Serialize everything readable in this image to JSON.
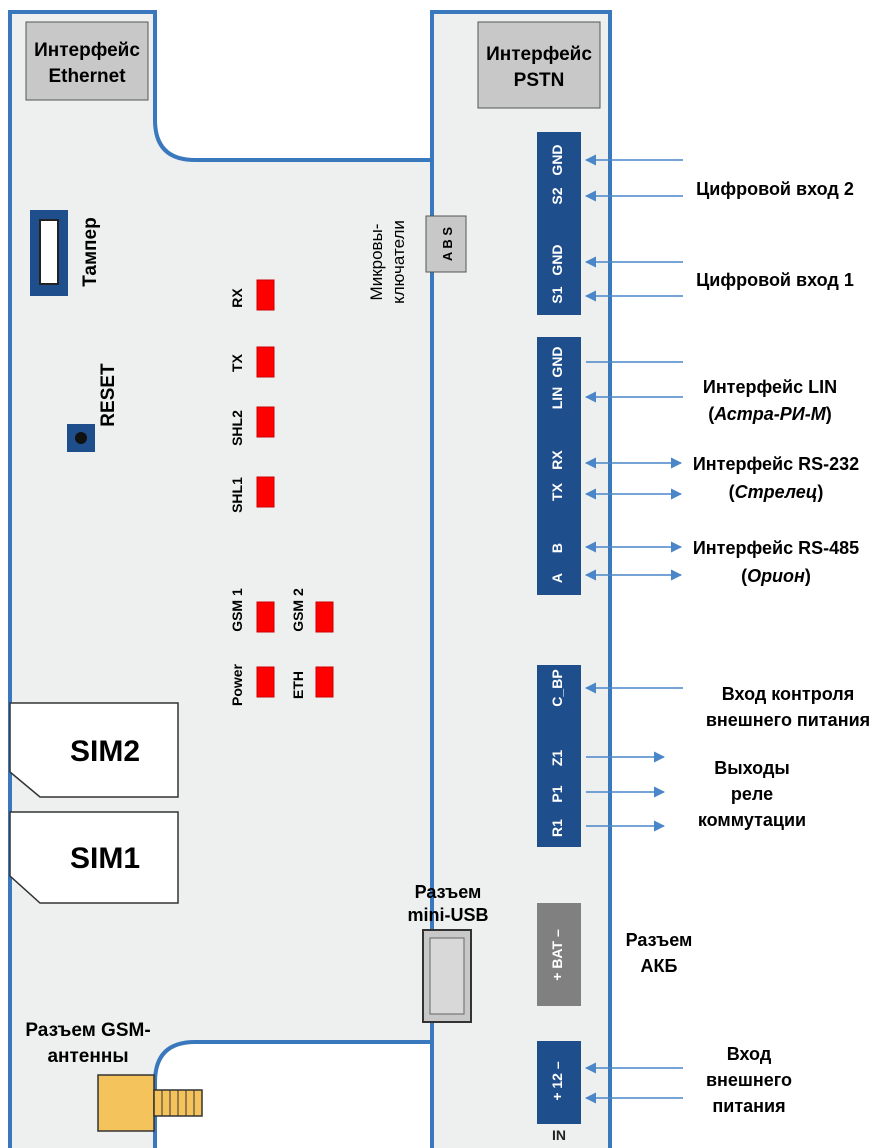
{
  "ethernet": {
    "line1": "Интерфейс",
    "line2": "Ethernet"
  },
  "pstn": {
    "line1": "Интерфейс",
    "line2": "PSTN"
  },
  "tamper_label": "Тампер",
  "reset_label": "RESET",
  "micro": {
    "line1": "Микровы-",
    "line2": "ключатели",
    "switch_text": "A B S"
  },
  "leds": {
    "rx": "RX",
    "tx": "TX",
    "shl2": "SHL2",
    "shl1": "SHL1",
    "gsm1": "GSM 1",
    "gsm2": "GSM 2",
    "power": "Power",
    "eth": "ETH"
  },
  "sim2": "SIM2",
  "sim1": "SIM1",
  "usb": {
    "line1": "Разъем",
    "line2": "mini-USB"
  },
  "gsm_antenna": {
    "line1": "Разъем GSM-",
    "line2": "антенны"
  },
  "terminals": {
    "gnd2": "GND",
    "s2": "S2",
    "gnd1": "GND",
    "s1": "S1",
    "lin_gnd": "GND",
    "lin": "LIN",
    "rx": "RX",
    "tx": "TX",
    "b": "B",
    "a": "A",
    "c_bp": "C_BP",
    "z1": "Z1",
    "p1": "P1",
    "r1": "R1",
    "bat": "+ BAT –",
    "pwr": "+ 12 –",
    "in": "IN"
  },
  "labels": {
    "din2": "Цифровой вход 2",
    "din1": "Цифровой вход 1",
    "lin1": "Интерфейс LIN",
    "lin2": "Астра-РИ-М",
    "rs232_1": "Интерфейс RS-232",
    "rs232_2": "Стрелец",
    "rs485_1": "Интерфейс RS-485",
    "rs485_2": "Орион",
    "ctrl1": "Вход контроля",
    "ctrl2": "внешнего питания",
    "relay1": "Выходы",
    "relay2": "реле",
    "relay3": "коммутации",
    "akb1": "Разъем",
    "akb2": "АКБ",
    "pwr1": "Вход",
    "pwr2": "внешнего",
    "pwr3": "питания"
  },
  "colors": {
    "board": "#eef0f0",
    "outline": "#3a78bd",
    "terminal": "#1f4e8c",
    "led": "#ff0000",
    "arrow": "#4a86c8",
    "gray": "#c8c8c8"
  }
}
